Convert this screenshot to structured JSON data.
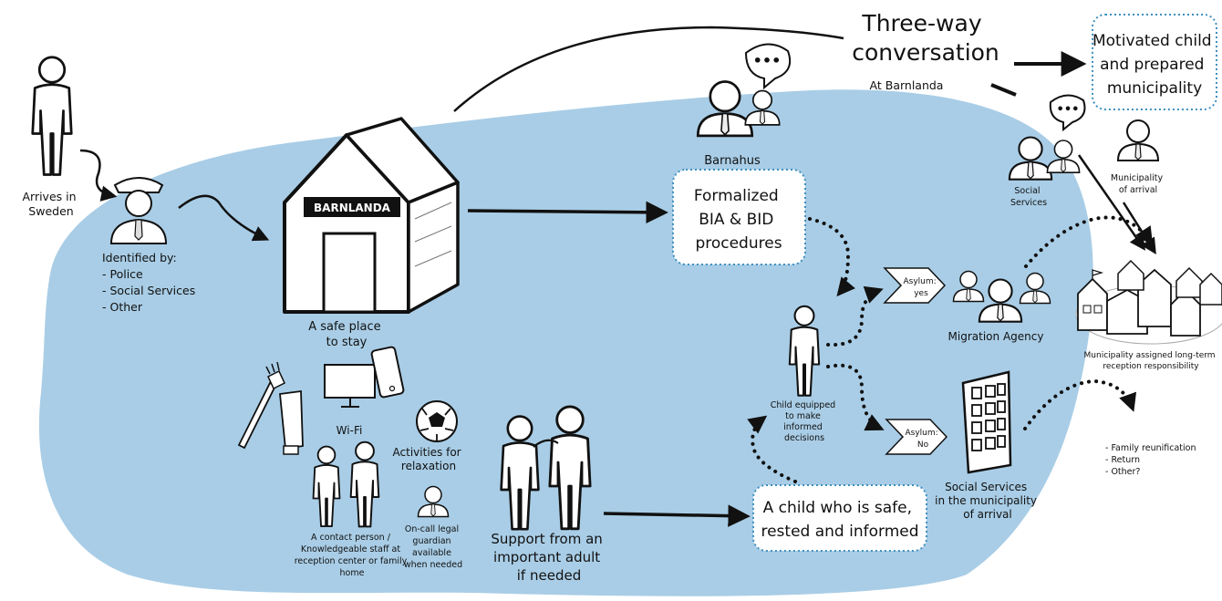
{
  "labels": {
    "three_way_line1": "Three-way",
    "three_way_line2": "conversation",
    "at_barnlanda": "At Barnlanda",
    "motivated_line1": "Motivated child",
    "motivated_line2": "and prepared",
    "motivated_line3": "municipality",
    "arrives_line1": "Arrives in",
    "arrives_line2": "Sweden",
    "identified_title": "Identified by:",
    "identified_police": "- Police",
    "identified_social": "- Social Services",
    "identified_other": "- Other",
    "barnlanda_sign": "BARNLANDA",
    "safe_place_line1": "A safe place",
    "safe_place_line2": "to stay",
    "barnahus": "Barnahus",
    "formalized_line1": "Formalized",
    "formalized_line2": "BIA & BID",
    "formalized_line3": "procedures",
    "social_services_line1": "Social",
    "social_services_line2": "Services",
    "muni_arrival_line1": "Municipality",
    "muni_arrival_line2": "of arrival",
    "asylum_yes_line1": "Asylum:",
    "asylum_yes_line2": "yes",
    "asylum_no_line1": "Asylum:",
    "asylum_no_line2": "No",
    "migration_agency": "Migration Agency",
    "muni_assigned_line1": "Municipality assigned long-term",
    "muni_assigned_line2": "reception responsibility",
    "child_equipped_line1": "Child equipped",
    "child_equipped_line2": "to make",
    "child_equipped_line3": "informed",
    "child_equipped_line4": "decisions",
    "outcome_line1": "- Family reunification",
    "outcome_line2": "- Return",
    "outcome_line3": "- Other?",
    "wifi": "Wi-Fi",
    "activities_line1": "Activities for",
    "activities_line2": "relaxation",
    "contact_line1": "A contact person /",
    "contact_line2": "Knowledgeable staff at",
    "contact_line3": "reception center or family",
    "contact_line4": "home",
    "oncall_line1": "On-call legal",
    "oncall_line2": "guardian",
    "oncall_line3": "available",
    "oncall_line4": "when needed",
    "support_line1": "Support from an",
    "support_line2": "important adult",
    "support_line3": "if needed",
    "safe_child_line1": "A child who is safe,",
    "safe_child_line2": "rested and informed",
    "soc_muni_line1": "Social Services",
    "soc_muni_line2": "in the municipality",
    "soc_muni_line3": "of arrival"
  },
  "colors": {
    "blob": "#a9cde6",
    "dotted_border": "#3d8fbf",
    "ink": "#111111"
  },
  "icons": [
    "person-icon",
    "police-officer-icon",
    "house-icon",
    "speech-bubble-icon",
    "toothbrush-icon",
    "toothpaste-icon",
    "monitor-icon",
    "phone-icon",
    "football-icon",
    "building-icon",
    "village-icon"
  ]
}
